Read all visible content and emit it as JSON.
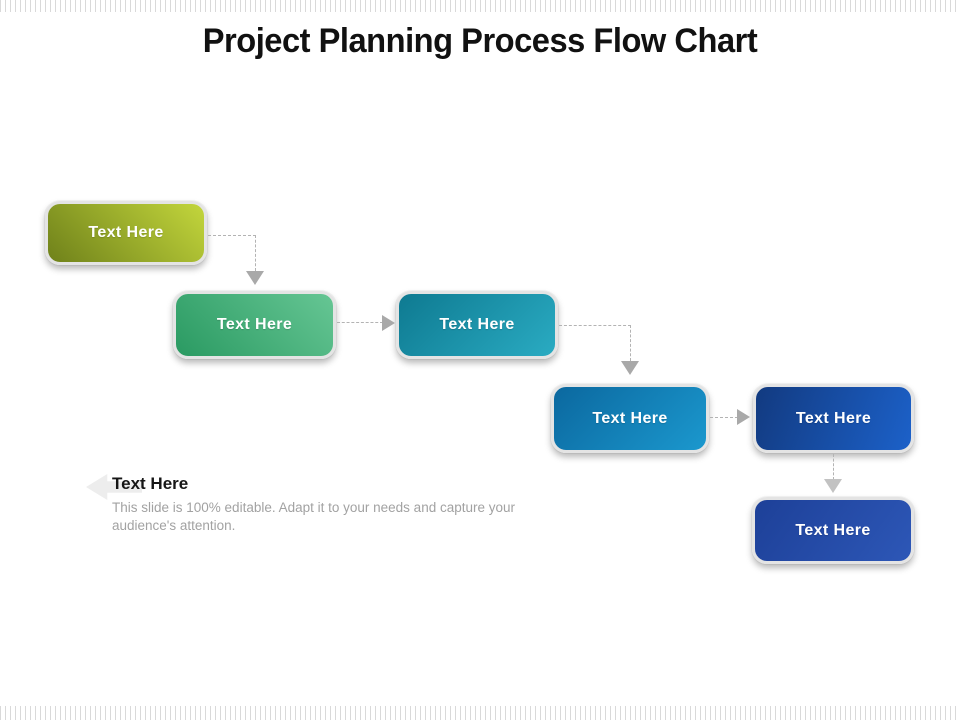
{
  "slide": {
    "title": "Project Planning Process Flow Chart"
  },
  "boxes": [
    {
      "label": "Text Here",
      "angle": "225deg",
      "from": "#c3d63c",
      "to": "#6f811a"
    },
    {
      "label": "Text Here",
      "angle": "225deg",
      "from": "#66c694",
      "to": "#2a9a62"
    },
    {
      "label": "Text Here",
      "angle": "135deg",
      "from": "#0e7a91",
      "to": "#2aabc2"
    },
    {
      "label": "Text Here",
      "angle": "135deg",
      "from": "#0b689f",
      "to": "#1b98ce"
    },
    {
      "label": "Text Here",
      "angle": "110deg",
      "from": "#123a80",
      "to": "#1c61c9"
    },
    {
      "label": "Text Here",
      "angle": "125deg",
      "from": "#1d4098",
      "to": "#2d57b7"
    }
  ],
  "caption": {
    "heading": "Text Here",
    "body": "This slide is 100% editable. Adapt it to your needs and capture your audience's attention."
  },
  "colors": {
    "connector_gray": "#b3b3b3",
    "arrowhead_gray": "#a9a9a9",
    "perforation_gray": "#d9d9d9",
    "caption_body_gray": "#a2a2a2",
    "title_black": "#111111"
  }
}
